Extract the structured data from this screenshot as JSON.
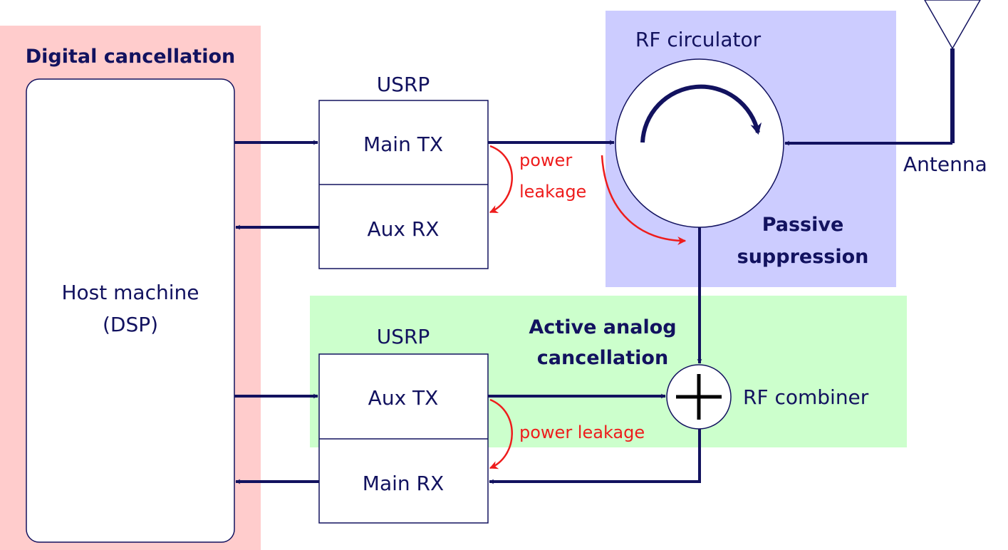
{
  "digital_region": {
    "title": "Digital cancellation",
    "color": "#ffcccc"
  },
  "host": {
    "line1": "Host machine",
    "line2": "(DSP)"
  },
  "usrp_top": {
    "title": "USRP",
    "upper_block": "Main TX",
    "lower_block": "Aux RX"
  },
  "usrp_bottom": {
    "title": "USRP",
    "upper_block": "Aux TX",
    "lower_block": "Main RX"
  },
  "leakage_top": {
    "line1": "power",
    "line2": "leakage"
  },
  "leakage_bottom": {
    "text": "power leakage"
  },
  "leakage_side_arrow": {
    "label": ""
  },
  "circulator_region": {
    "title": "RF circulator",
    "label_line1": "Passive",
    "label_line2": "suppression",
    "color": "#ccccff"
  },
  "analog_region": {
    "label_line1": "Active analog",
    "label_line2": "cancellation",
    "color": "#ccffcc"
  },
  "combiner": {
    "label": "RF combiner"
  },
  "antenna": {
    "label": "Antenna"
  },
  "colors": {
    "line": "#12125f",
    "leakage": "#ee1c1c",
    "box_stroke": "#12125f"
  }
}
